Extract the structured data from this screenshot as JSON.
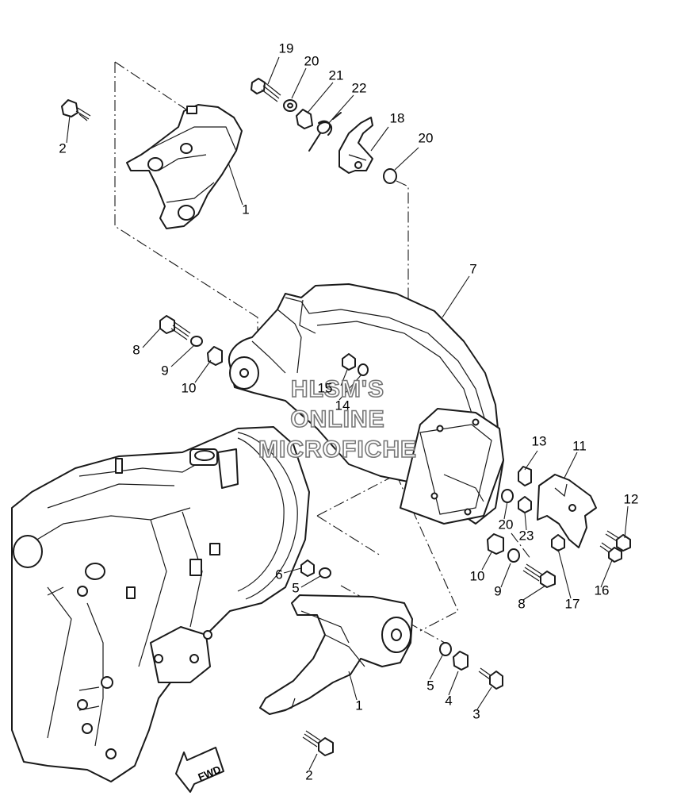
{
  "callouts": [
    {
      "id": "c19",
      "label": "19"
    },
    {
      "id": "c20a",
      "label": "20"
    },
    {
      "id": "c21",
      "label": "21"
    },
    {
      "id": "c22",
      "label": "22"
    },
    {
      "id": "c18",
      "label": "18"
    },
    {
      "id": "c20b",
      "label": "20"
    },
    {
      "id": "c2a",
      "label": "2"
    },
    {
      "id": "c1a",
      "label": "1"
    },
    {
      "id": "c7",
      "label": "7"
    },
    {
      "id": "c8a",
      "label": "8"
    },
    {
      "id": "c9a",
      "label": "9"
    },
    {
      "id": "c10a",
      "label": "10"
    },
    {
      "id": "c15",
      "label": "15"
    },
    {
      "id": "c14",
      "label": "14"
    },
    {
      "id": "c13",
      "label": "13"
    },
    {
      "id": "c11",
      "label": "11"
    },
    {
      "id": "c12",
      "label": "12"
    },
    {
      "id": "c20c",
      "label": "20"
    },
    {
      "id": "c23",
      "label": "23"
    },
    {
      "id": "c10b",
      "label": "10"
    },
    {
      "id": "c9b",
      "label": "9"
    },
    {
      "id": "c8b",
      "label": "8"
    },
    {
      "id": "c17",
      "label": "17"
    },
    {
      "id": "c16",
      "label": "16"
    },
    {
      "id": "c6",
      "label": "6"
    },
    {
      "id": "c5a",
      "label": "5"
    },
    {
      "id": "c5b",
      "label": "5"
    },
    {
      "id": "c4",
      "label": "4"
    },
    {
      "id": "c3",
      "label": "3"
    },
    {
      "id": "c1b",
      "label": "1"
    },
    {
      "id": "c2b",
      "label": "2"
    }
  ],
  "watermark": {
    "line1": "HLSM'S",
    "line2": "ONLINE",
    "line3": "MICROFICHE"
  },
  "fwd_label": "FWD"
}
